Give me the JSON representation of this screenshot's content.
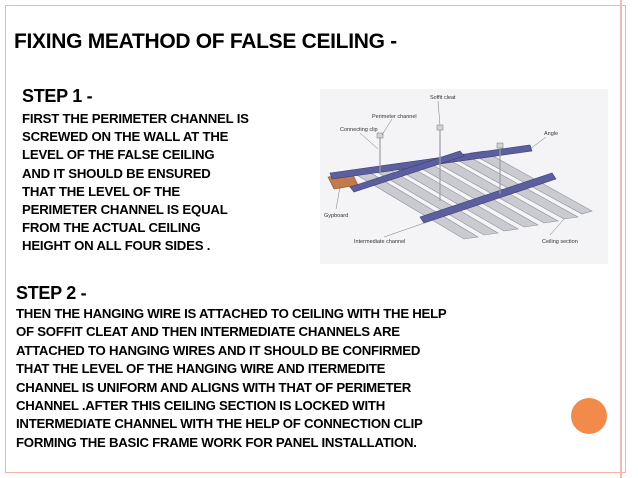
{
  "slide": {
    "title": "FIXING MEATHOD OF FALSE CEILING -",
    "step1": {
      "heading": "STEP 1 -",
      "lines": [
        "FIRST THE PERIMETER CHANNEL IS",
        "SCREWED ON THE WALL AT THE",
        "LEVEL OF THE FALSE CEILING",
        "AND IT SHOULD BE ENSURED",
        "THAT THE LEVEL OF THE",
        "PERIMETER CHANNEL IS EQUAL",
        "FROM THE ACTUAL CEILING",
        "HEIGHT ON ALL  FOUR SIDES  ."
      ]
    },
    "step2": {
      "heading": "STEP 2 -",
      "lines": [
        "THEN THE HANGING WIRE IS ATTACHED TO CEILING WITH THE HELP",
        "OF SOFFIT CLEAT AND THEN INTERMEDIATE  CHANNELS ARE",
        "ATTACHED TO HANGING WIRES AND IT SHOULD BE CONFIRMED",
        "THAT THE LEVEL OF THE  HANGING WIRE AND ITERMEDITE",
        "CHANNEL IS UNIFORM AND ALIGNS WITH THAT OF PERIMETER",
        "CHANNEL .AFTER THIS CEILING SECTION IS LOCKED WITH",
        "INTERMEDIATE CHANNEL WITH THE HELP OF CONNECTION CLIP",
        "FORMING THE BASIC FRAME WORK FOR PANEL INSTALLATION."
      ]
    }
  },
  "diagram": {
    "labels": {
      "soffit_cleat": "Soffit cleat",
      "perimeter_channel": "Perimeter channel",
      "connecting_clip": "Connecting clip",
      "angle": "Angle",
      "gypboard": "Gypboard",
      "intermediate_channel": "Intermediate channel",
      "ceiling_section": "Ceiling section"
    },
    "colors": {
      "channel": "#5c5f9e",
      "section": "#c9cbd1",
      "board": "#c47a4a",
      "wire": "#9aa0a8"
    }
  },
  "decor": {
    "accent": "#f28a4a",
    "frame": "#f2b4a6"
  }
}
